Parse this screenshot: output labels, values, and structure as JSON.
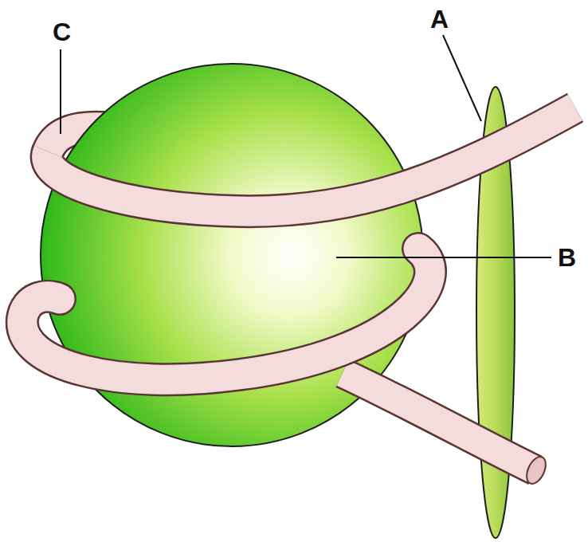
{
  "diagram": {
    "labels": [
      "C",
      "A",
      "B"
    ]
  }
}
